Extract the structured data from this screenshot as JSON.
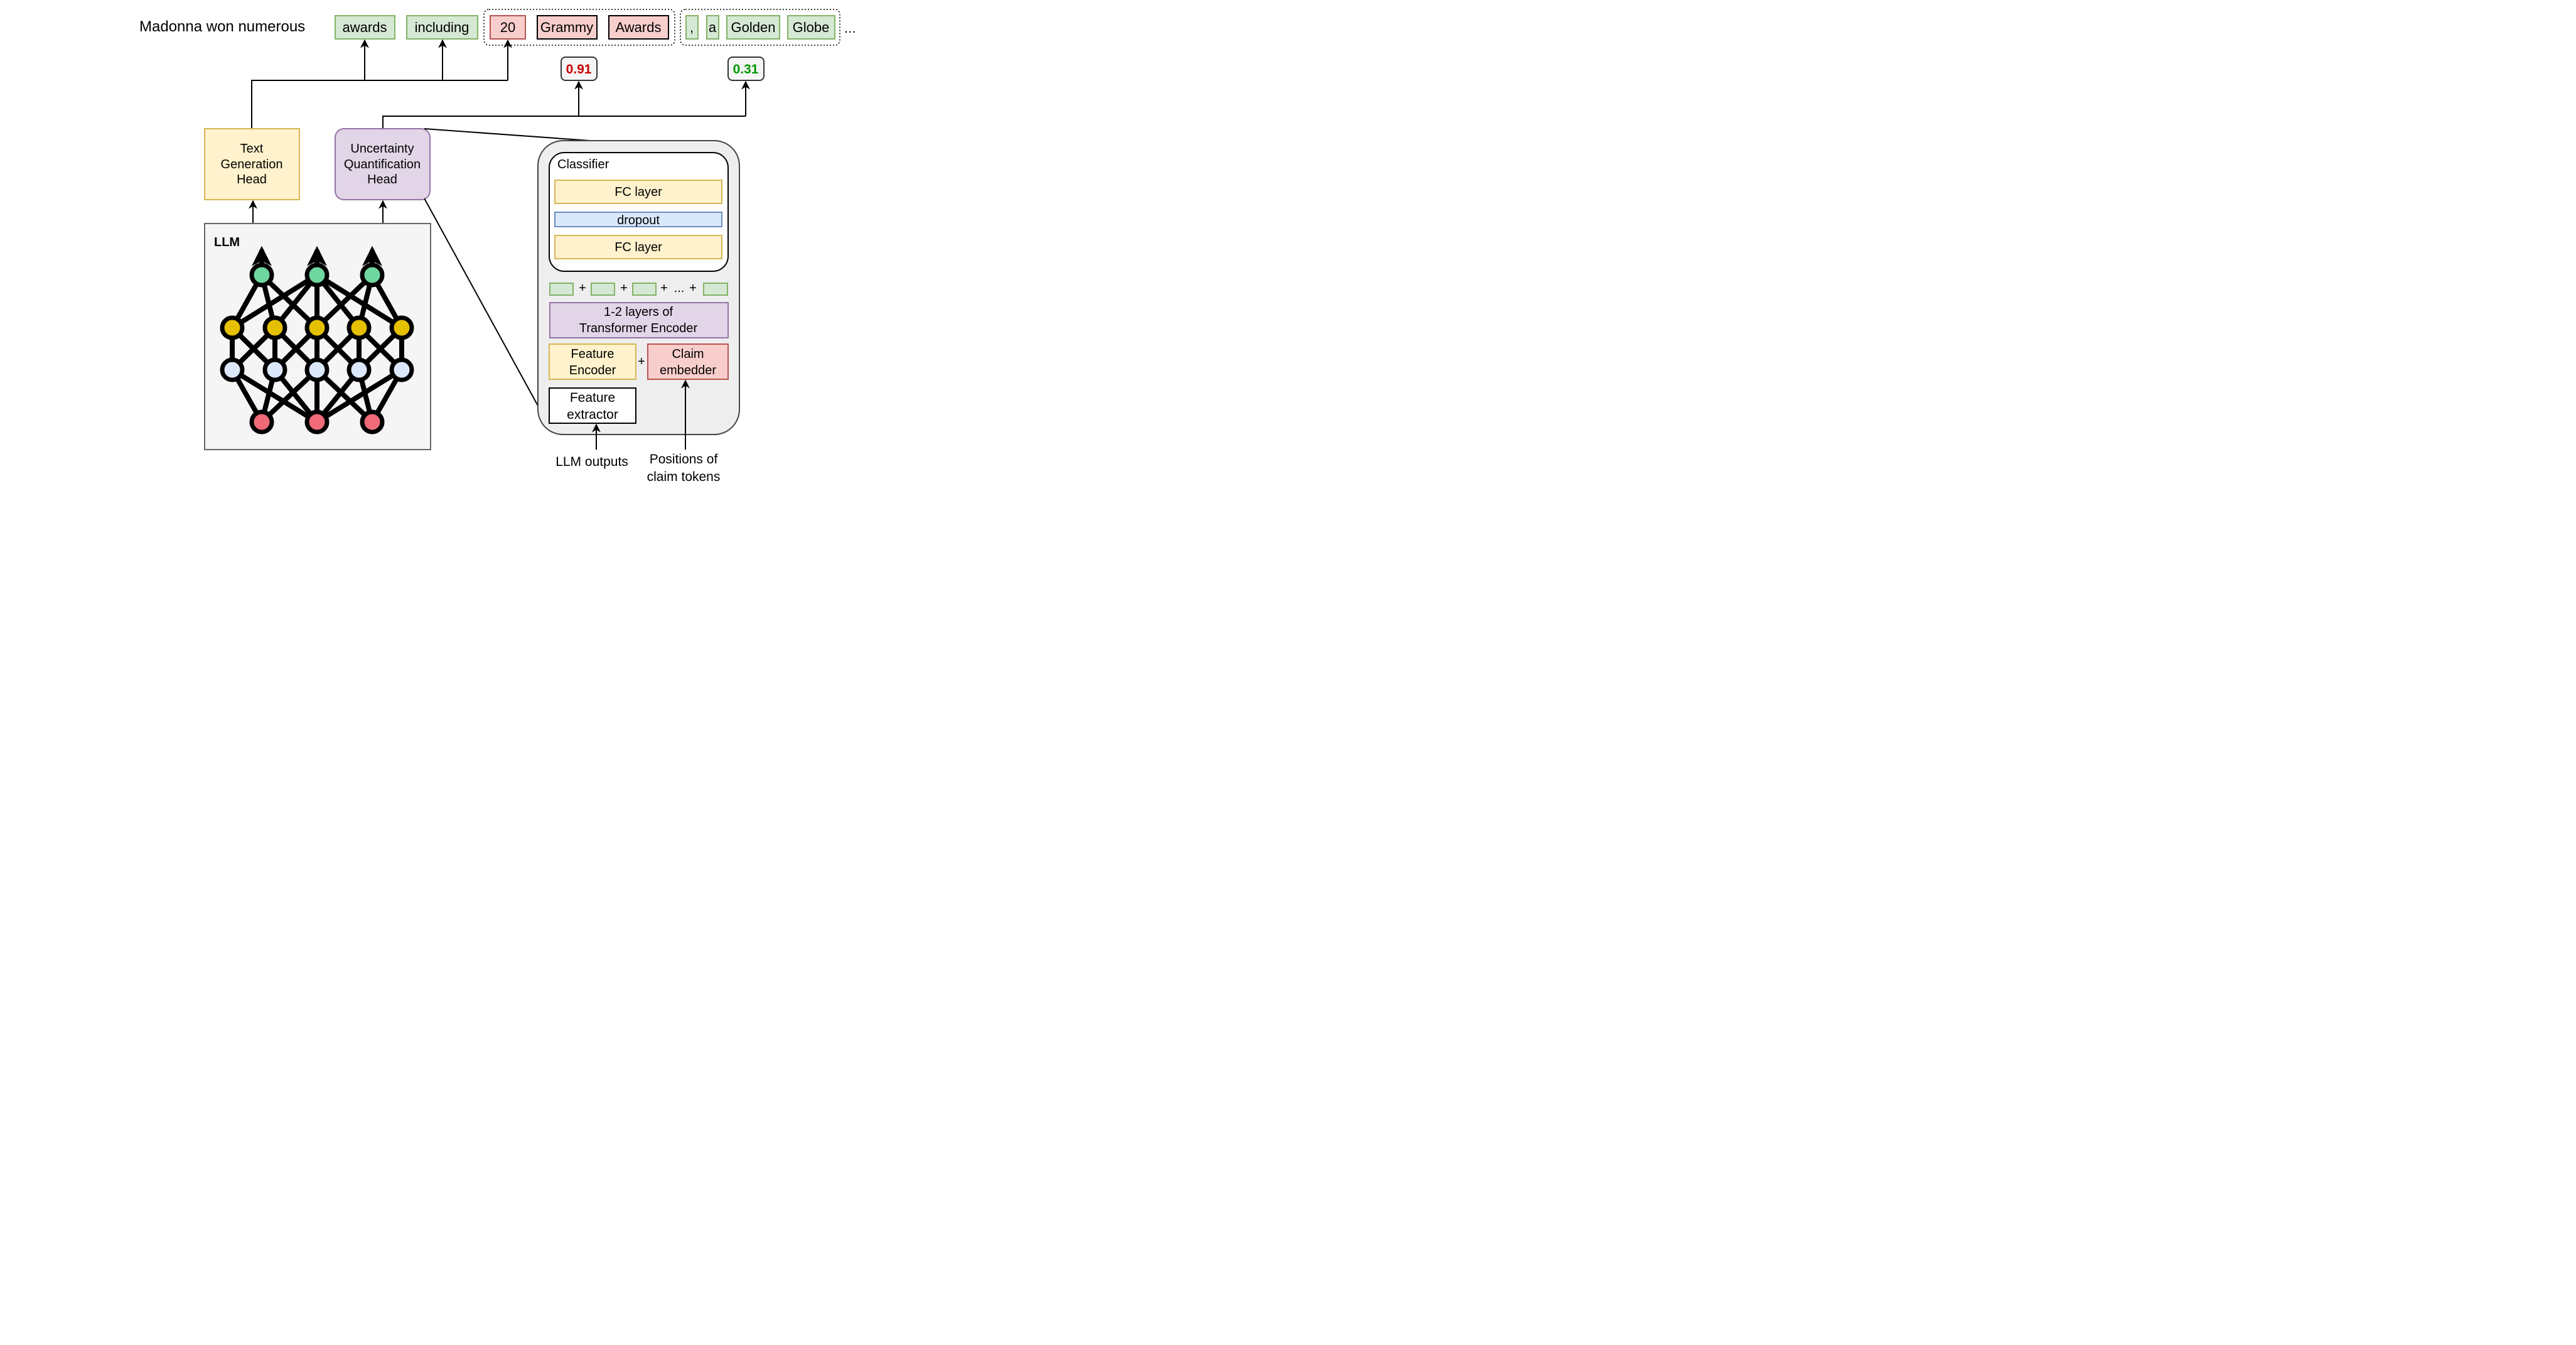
{
  "sentence": {
    "prefix": "Madonna won numerous",
    "tokens": [
      "awards",
      "including",
      "20",
      "Grammy",
      "Awards",
      ",",
      "a",
      "Golden",
      "Globe"
    ],
    "ellipsis": "..."
  },
  "scores": {
    "claim1": "0.91",
    "claim2": "0.31"
  },
  "heads": {
    "text_generation": [
      "Text",
      "Generation",
      "Head"
    ],
    "uncertainty": [
      "Uncertainty",
      "Quantification",
      "Head"
    ]
  },
  "llm": {
    "label": "LLM"
  },
  "module": {
    "classifier_title": "Classifier",
    "fc_layer_top": "FC layer",
    "dropout": "dropout",
    "fc_layer_bottom": "FC layer",
    "plus": "+",
    "sum_ellipsis": "...",
    "transformer": [
      "1-2 layers of",
      "Transformer Encoder"
    ],
    "feature_encoder": [
      "Feature",
      "Encoder"
    ],
    "claim_embedder": [
      "Claim",
      "embedder"
    ],
    "feature_extractor": [
      "Feature",
      "extractor"
    ]
  },
  "inputs": {
    "llm_outputs": "LLM outputs",
    "positions": [
      "Positions of",
      "claim tokens"
    ]
  },
  "colors": {
    "green_fill": "#d5e8d4",
    "green_stroke": "#82b366",
    "red_fill": "#f8cecc",
    "red_stroke": "#b85450",
    "yellow_fill": "#fff2cc",
    "yellow_stroke": "#d6b656",
    "purple_fill": "#e1d5e7",
    "purple_stroke": "#9673a6",
    "blue_fill": "#dae8fc",
    "blue_stroke": "#6c8ebf",
    "score_high": "#cc0000",
    "score_low": "#009900"
  }
}
